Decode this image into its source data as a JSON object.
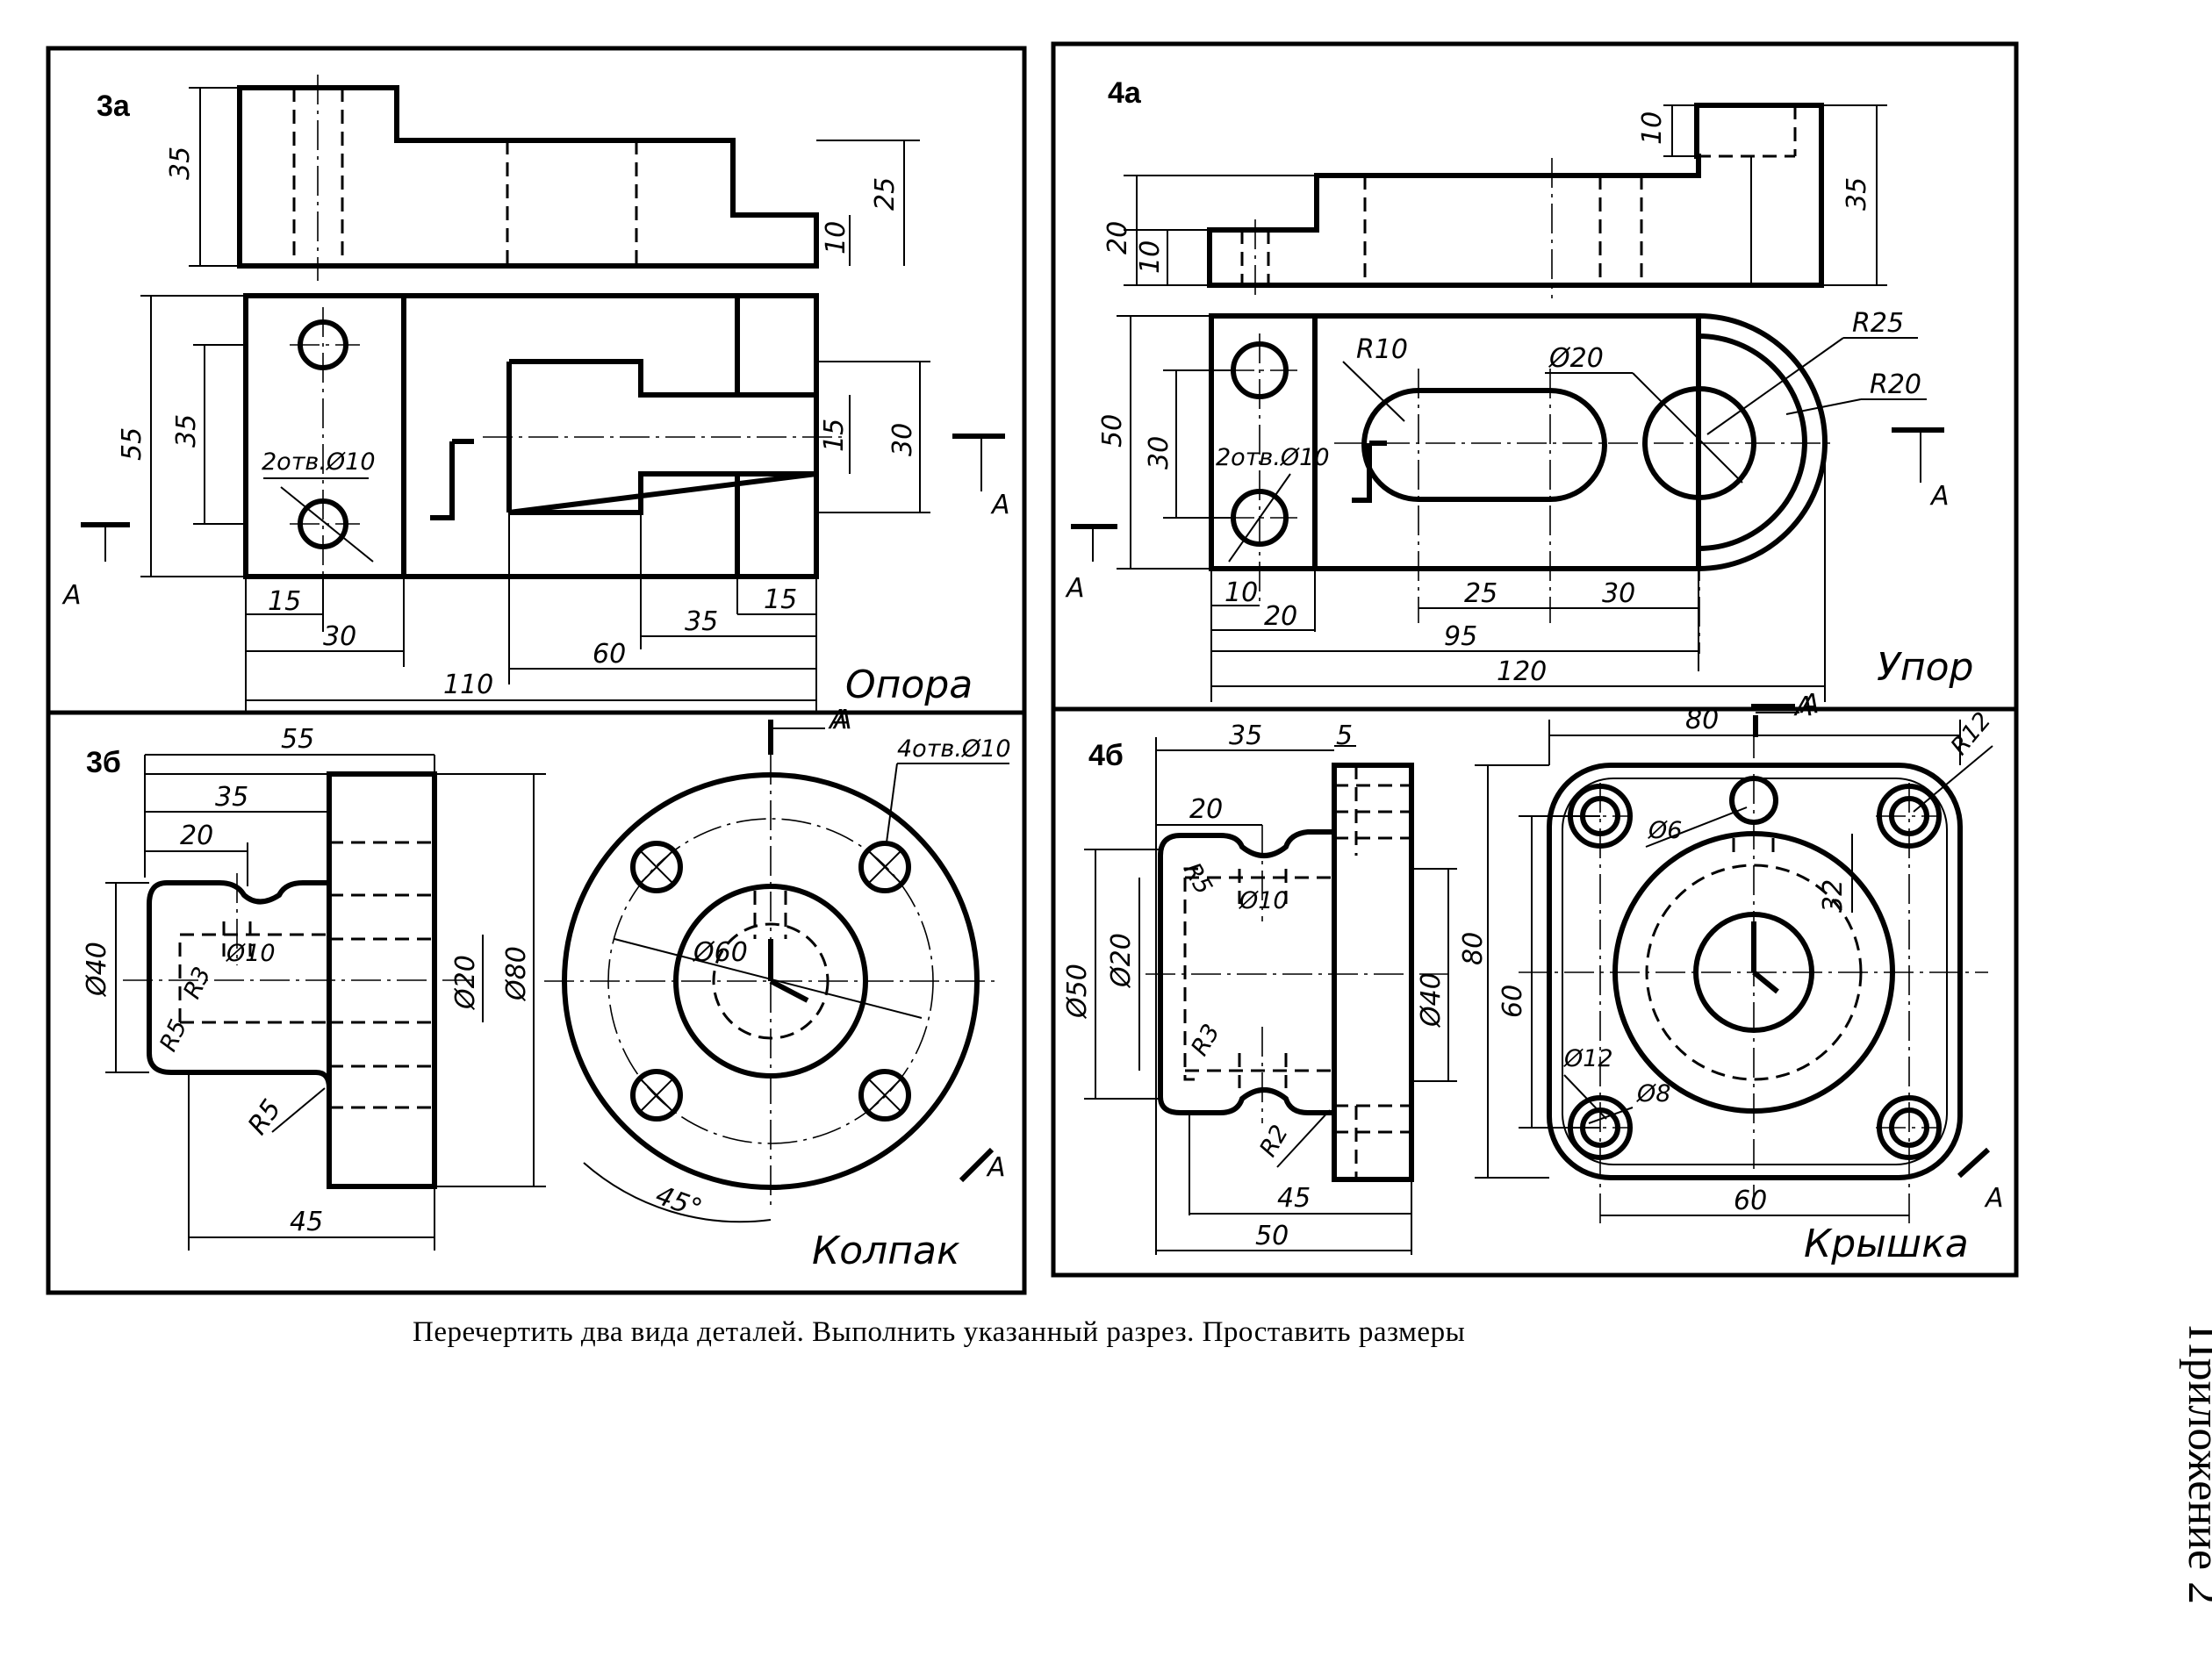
{
  "caption": "Перечертить два вида деталей. Выполнить указанный разрез. Проставить размеры",
  "appendix_label": "Приложение 2",
  "panels": {
    "p3a": {
      "label": "3а",
      "title": "Опора",
      "dims": [
        "35",
        "25",
        "10",
        "55",
        "35",
        "2отв.Ø10",
        "15",
        "30",
        "15",
        "30",
        "15",
        "35",
        "60",
        "110"
      ],
      "section": "А"
    },
    "p4a": {
      "label": "4а",
      "title": "Упор",
      "dims": [
        "10",
        "20",
        "10",
        "35",
        "50",
        "30",
        "2отв.Ø10",
        "R10",
        "Ø20",
        "R25",
        "R20",
        "10",
        "20",
        "25",
        "30",
        "95",
        "120"
      ],
      "section": "А"
    },
    "p3b": {
      "label": "3б",
      "title": "Колпак",
      "dims": [
        "55",
        "35",
        "20",
        "Ø40",
        "Ø10",
        "Ø20",
        "Ø80",
        "R3",
        "R5",
        "R5",
        "45",
        "Ø60",
        "4отв.Ø10",
        "45°"
      ],
      "section": "А"
    },
    "p4b": {
      "label": "4б",
      "title": "Крышка",
      "dims": [
        "35",
        "5",
        "20",
        "R5",
        "Ø10",
        "Ø50",
        "Ø20",
        "Ø40",
        "80",
        "R3",
        "R2",
        "45",
        "50",
        "80",
        "R12",
        "Ø6",
        "32",
        "60",
        "Ø12",
        "Ø8",
        "60"
      ],
      "section": "А"
    }
  }
}
